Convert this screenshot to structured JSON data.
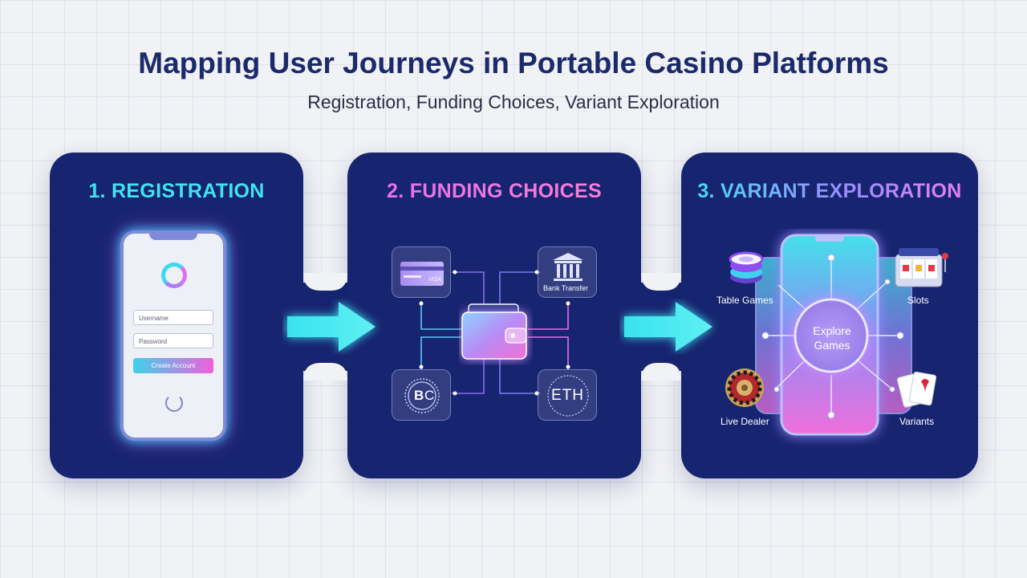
{
  "header": {
    "title": "Mapping User Journeys in Portable Casino Platforms",
    "subtitle": "Registration, Funding Choices, Variant Exploration"
  },
  "steps": [
    {
      "title": "1. REGISTRATION",
      "phone": {
        "username_placeholder": "Username",
        "password_placeholder": "Password",
        "button_label": "Create Account"
      }
    },
    {
      "title": "2. FUNDING CHOICES",
      "options": {
        "card": "VISA",
        "bank": "Bank Transfer",
        "bitcoin": "B",
        "bitcoin_suffix": "C",
        "ethereum": "ETH"
      },
      "center_icon": "wallet-icon"
    },
    {
      "title": "3. VARIANT EXPLORATION",
      "center_label": "Explore Games",
      "variants": {
        "table_games": "Table Games",
        "slots": "Slots",
        "live_dealer": "Live Dealer",
        "variants": "Variants"
      }
    }
  ],
  "colors": {
    "panel": "#172470",
    "cyan": "#3fe4ef",
    "magenta": "#e36ff0",
    "title": "#1b2a6b"
  }
}
